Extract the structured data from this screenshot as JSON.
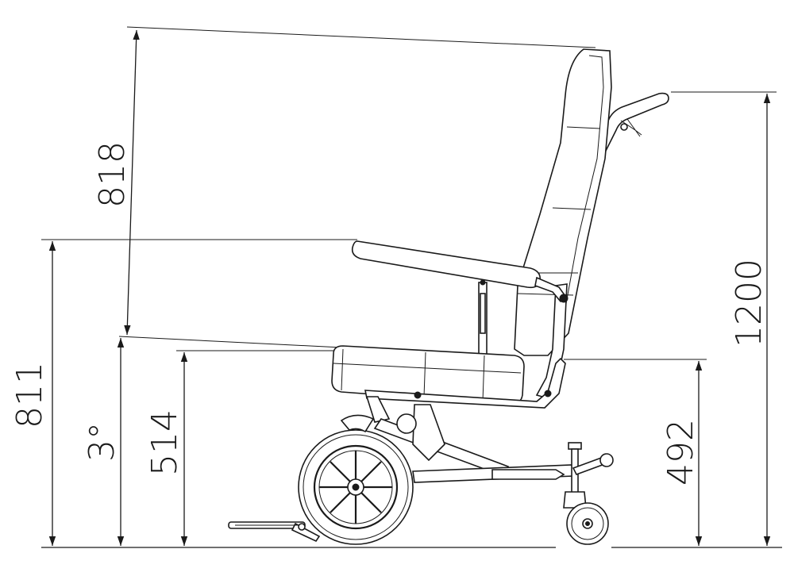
{
  "dimensions": {
    "backrest_height": "818",
    "armrest_height": "811",
    "seat_tilt": "3°",
    "seat_height_front": "514",
    "seat_height_rear": "492",
    "total_height": "1200"
  }
}
